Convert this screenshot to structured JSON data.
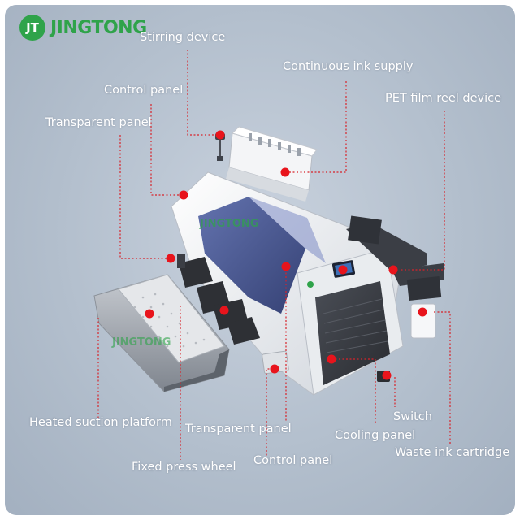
{
  "brand": {
    "badge": "JT",
    "name": "JINGTONG",
    "watermark": "JINGTONG",
    "machine_badge": "JINGTONG",
    "color": "#2fa34a"
  },
  "labels": {
    "stirring_device": "Stirring device",
    "continuous_ink_supply": "Continuous ink supply",
    "control_panel_top": "Control panel",
    "pet_film_reel_device": "PET film reel device",
    "transparent_panel_left": "Transparent panel",
    "heated_suction_platform": "Heated suction platform",
    "transparent_panel_bottom": "Transparent panel",
    "switch": "Switch",
    "cooling_panel": "Cooling panel",
    "waste_ink_cartridge": "Waste ink cartridge",
    "fixed_press_wheel": "Fixed press wheel",
    "control_panel_bottom": "Control panel"
  },
  "colors": {
    "background": "#b3bfcd",
    "callout": "#e8141c",
    "machine_body": "#eef0f3",
    "machine_window": "#3d4f8f",
    "dark_panel": "#3a3d44"
  }
}
